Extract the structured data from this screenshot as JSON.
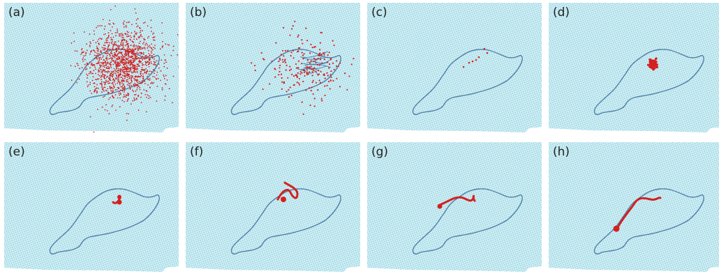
{
  "colors": {
    "background": "#cfeef4",
    "dots": "#7fc5d6",
    "trajectory": "#4f7fa8",
    "particles": "#d42020"
  },
  "panels": [
    {
      "label": "(a)"
    },
    {
      "label": "(b)"
    },
    {
      "label": "(c)"
    },
    {
      "label": "(d)"
    },
    {
      "label": "(e)"
    },
    {
      "label": "(f)"
    },
    {
      "label": "(g)"
    },
    {
      "label": "(h)"
    }
  ]
}
